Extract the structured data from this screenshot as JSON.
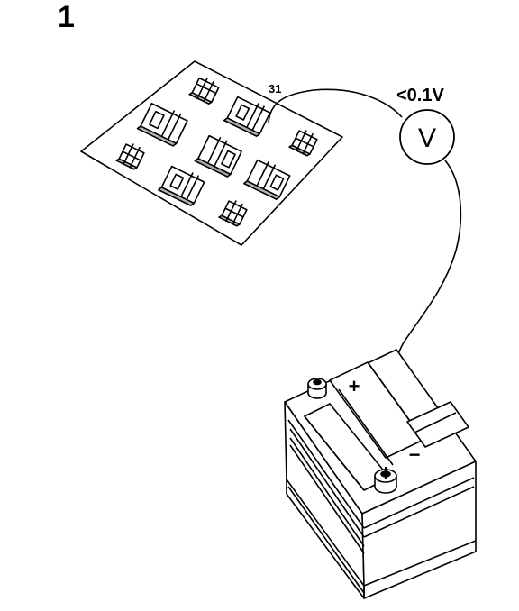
{
  "figure": {
    "number": "1"
  },
  "fuse_box": {
    "terminal_label": "31"
  },
  "voltmeter": {
    "symbol": "V",
    "reading_label": "<0.1V"
  },
  "battery": {
    "positive_symbol": "+",
    "negative_symbol": "−"
  },
  "colors": {
    "line": "#000000",
    "background": "#ffffff"
  }
}
